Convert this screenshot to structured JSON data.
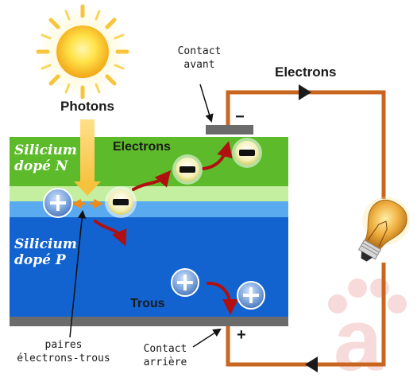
{
  "labels": {
    "photons": "Photons",
    "contact_avant": [
      "Contact",
      "avant"
    ],
    "electrons_circuit": "Electrons",
    "electrons_layer": "Electrons",
    "silicium_n": [
      "Silicium",
      "dopé N"
    ],
    "silicium_p": [
      "Silicium",
      "dopé P"
    ],
    "trous": "Trous",
    "paires": [
      "paires",
      "électrons-trous"
    ],
    "contact_arriere": [
      "Contact",
      "arrière"
    ],
    "minus_sign": "−",
    "plus_sign": "+"
  },
  "icons": [
    "sun-icon",
    "lightbulb-icon",
    "electron-icon",
    "hole-icon",
    "watermark-logo"
  ],
  "colors": {
    "n_layer": "#5dbb2b",
    "junction_light": "#c4eea0",
    "junction_blue": "#5aaaf0",
    "p_layer": "#1263d0",
    "contact": "#6b6b6b",
    "wire": "#c8651f",
    "arrow_red": "#b01010",
    "photon_beam": "#f7c84a"
  }
}
